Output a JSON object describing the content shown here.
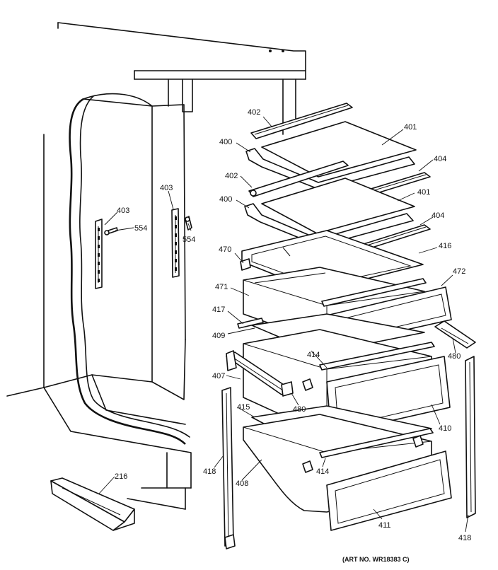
{
  "labels": {
    "l402a": "402",
    "l401a": "401",
    "l400a": "400",
    "l404a": "404",
    "l402b": "402",
    "l401b": "401",
    "l400b": "400",
    "l404b": "404",
    "l403a": "403",
    "l554a": "554",
    "l403b": "403",
    "l554b": "554",
    "l470": "470",
    "l416": "416",
    "l471": "471",
    "l472": "472",
    "l417": "417",
    "l409": "409",
    "l414a": "414",
    "l480a": "480",
    "l407": "407",
    "l480b": "480",
    "l415": "415",
    "l410": "410",
    "l418a": "418",
    "l408": "408",
    "l414b": "414",
    "l216": "216",
    "l411": "411",
    "l418b": "418"
  },
  "art_number": "(ART NO. WR18383 C)"
}
